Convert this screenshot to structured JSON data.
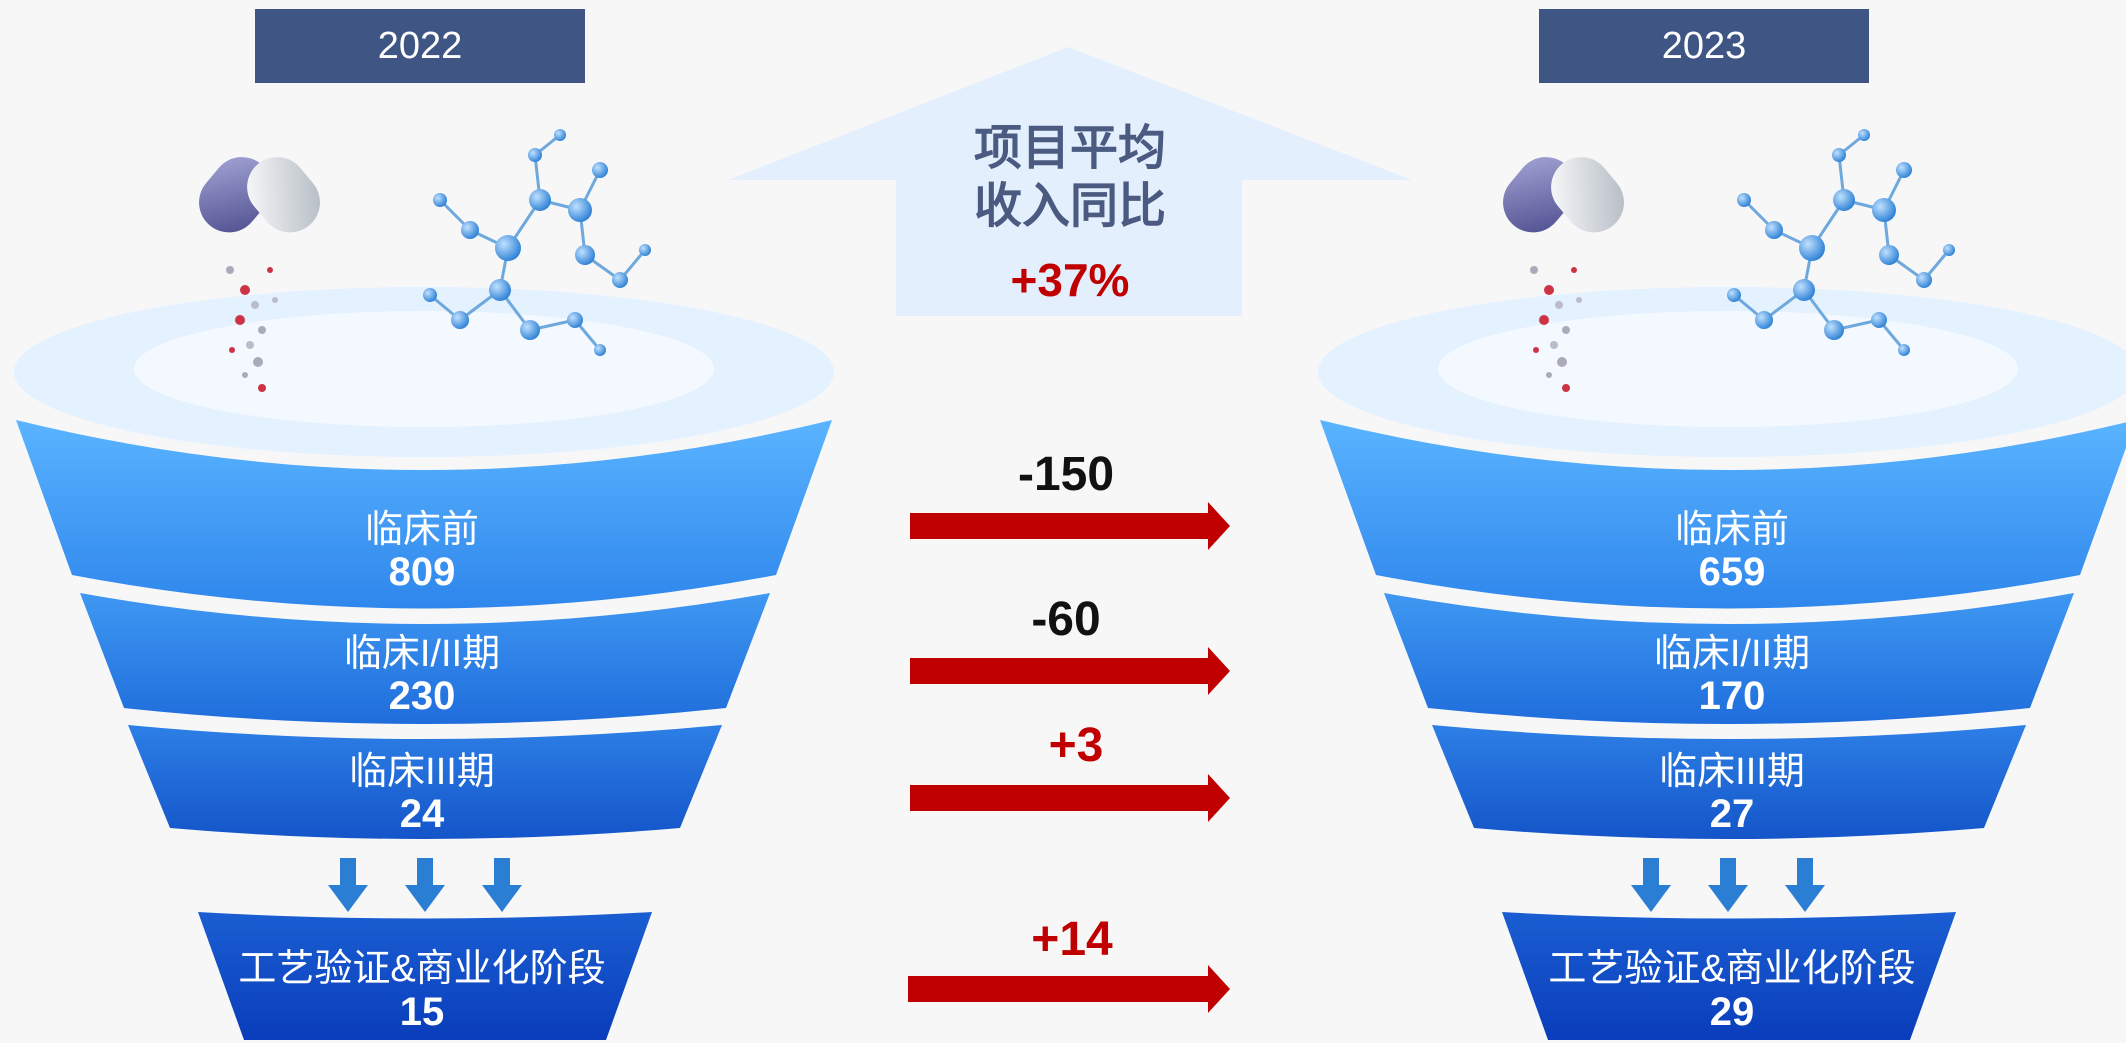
{
  "center": {
    "title_line1": "项目平均",
    "title_line2": "收入同比",
    "value": "+37%"
  },
  "funnels": [
    {
      "year": "2022",
      "stages": [
        {
          "label": "临床前",
          "value": "809"
        },
        {
          "label": "临床I/II期",
          "value": "230"
        },
        {
          "label": "临床III期",
          "value": "24"
        }
      ],
      "bottom": {
        "label": "工艺验证&商业化阶段",
        "value": "15"
      }
    },
    {
      "year": "2023",
      "stages": [
        {
          "label": "临床前",
          "value": "659"
        },
        {
          "label": "临床I/II期",
          "value": "170"
        },
        {
          "label": "临床III期",
          "value": "27"
        }
      ],
      "bottom": {
        "label": "工艺验证&商业化阶段",
        "value": "29"
      }
    }
  ],
  "changes": [
    {
      "value": "-150",
      "color": "#111111"
    },
    {
      "value": "-60",
      "color": "#111111"
    },
    {
      "value": "+3",
      "color": "#c00000"
    },
    {
      "value": "+14",
      "color": "#c00000"
    }
  ],
  "colors": {
    "year_box": "#3f5584",
    "arrow_red": "#c00000",
    "funnel_light": "#5ab4ff",
    "funnel_dark": "#0a3dbb"
  }
}
